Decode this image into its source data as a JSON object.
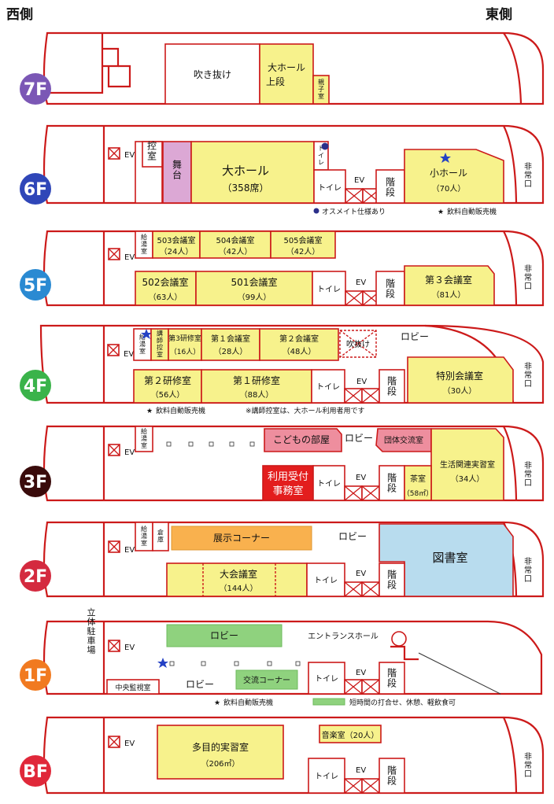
{
  "header": {
    "west": "西側",
    "east": "東側"
  },
  "floors": {
    "f7": {
      "label": "7F",
      "color": "#7b57b5",
      "rooms": {
        "void": "吹き抜け",
        "hall_upper_1": "大ホール",
        "hall_upper_2": "上段",
        "family_room": "親子室"
      }
    },
    "f6": {
      "label": "6F",
      "color": "#2f46b8",
      "rooms": {
        "ev": "EV",
        "waiting": "控室",
        "stage": "舞台",
        "hall": "大ホール",
        "hall_cap": "（358席）",
        "toilet_small": "トイレ",
        "toilet": "トイレ",
        "ev2": "EV",
        "stairs": "階段",
        "small_hall": "小ホール",
        "small_hall_cap": "（70人）",
        "exit": "非常口",
        "note_ostomate": "オスメイト仕様あり",
        "note_vending": "飲料自動販売機"
      }
    },
    "f5": {
      "label": "5F",
      "color": "#2a8ad2",
      "rooms": {
        "kitchenette": "給湯室",
        "ev": "EV",
        "r503": "503会議室",
        "r503_cap": "（24人）",
        "r504": "504会議室",
        "r504_cap": "（42人）",
        "r505": "505会議室",
        "r505_cap": "（42人）",
        "r502": "502会議室",
        "r502_cap": "（63人）",
        "r501": "501会議室",
        "r501_cap": "（99人）",
        "toilet": "トイレ",
        "ev2": "EV",
        "stairs": "階段",
        "r3": "第３会議室",
        "r3_cap": "（81人）",
        "exit": "非常口"
      }
    },
    "f4": {
      "label": "4F",
      "color": "#3ab34a",
      "rooms": {
        "kitchenette": "給湯室",
        "ev": "EV",
        "lecturer": "講師控室",
        "t3": "第3研修室",
        "t3_cap": "（16人）",
        "c1": "第１会議室",
        "c1_cap": "（28人）",
        "c2": "第２会議室",
        "c2_cap": "（48人）",
        "void": "吹抜け",
        "lobby": "ロビー",
        "t2": "第２研修室",
        "t2_cap": "（56人）",
        "t1": "第１研修室",
        "t1_cap": "（88人）",
        "toilet": "トイレ",
        "ev2": "EV",
        "stairs": "階段",
        "special": "特別会議室",
        "special_cap": "（30人）",
        "exit": "非常口",
        "note_vending": "飲料自動販売機",
        "note_lecturer": "※講師控室は、大ホール利用者用です"
      }
    },
    "f3": {
      "label": "3F",
      "color": "#3a0b0b",
      "rooms": {
        "kitchenette": "給湯室",
        "ev": "EV",
        "kids": "こどもの部屋",
        "lobby": "ロビー",
        "group": "団体交流室",
        "life": "生活関連実習室",
        "life_cap": "（34人）",
        "office1": "利用受付",
        "office2": "事務室",
        "toilet": "トイレ",
        "ev2": "EV",
        "stairs": "階段",
        "tea": "茶室",
        "tea_cap": "（58㎡）",
        "exit": "非常口"
      }
    },
    "f2": {
      "label": "2F",
      "color": "#d42a3f",
      "rooms": {
        "kitchenette": "給湯室",
        "storage": "倉庫",
        "ev": "EV",
        "exhibit": "展示コーナー",
        "lobby": "ロビー",
        "library": "図書室",
        "big": "大会議室",
        "big_cap": "（144人）",
        "toilet": "トイレ",
        "ev2": "EV",
        "stairs": "階段",
        "exit": "非常口"
      }
    },
    "f1": {
      "label": "1F",
      "color": "#f17a20",
      "rooms": {
        "parking": "立体駐車場",
        "ev": "EV",
        "lobby_top": "ロビー",
        "entrance": "エントランスホール",
        "lobby": "ロビー",
        "exchange": "交流コーナー",
        "toilet": "トイレ",
        "ev2": "EV",
        "stairs": "階段",
        "monitor": "中央監視室",
        "note_vending": "飲料自動販売機",
        "note_green": "短時間の打合せ、休憩、軽飲食可"
      }
    },
    "bf": {
      "label": "BF",
      "color": "#e0283a",
      "rooms": {
        "ev": "EV",
        "multi": "多目的実習室",
        "multi_cap": "（206㎡）",
        "music": "音楽室（20人）",
        "toilet": "トイレ",
        "ev2": "EV",
        "stairs": "階段",
        "exit": "非常口"
      }
    }
  }
}
